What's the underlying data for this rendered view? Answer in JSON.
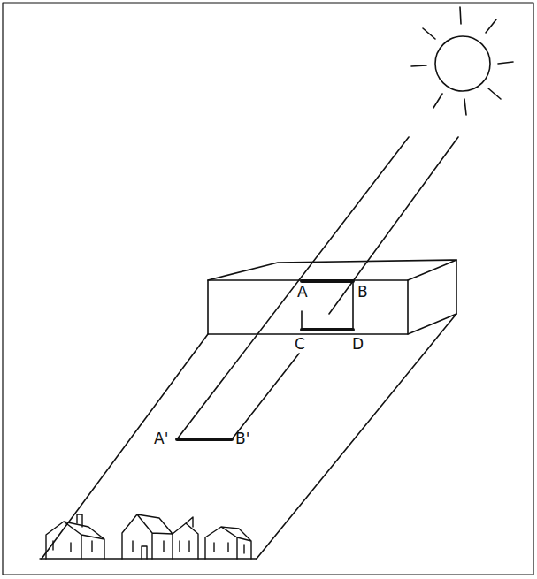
{
  "diagram": {
    "labels": [
      "A",
      "B",
      "C",
      "D",
      "A'",
      "B'"
    ]
  }
}
